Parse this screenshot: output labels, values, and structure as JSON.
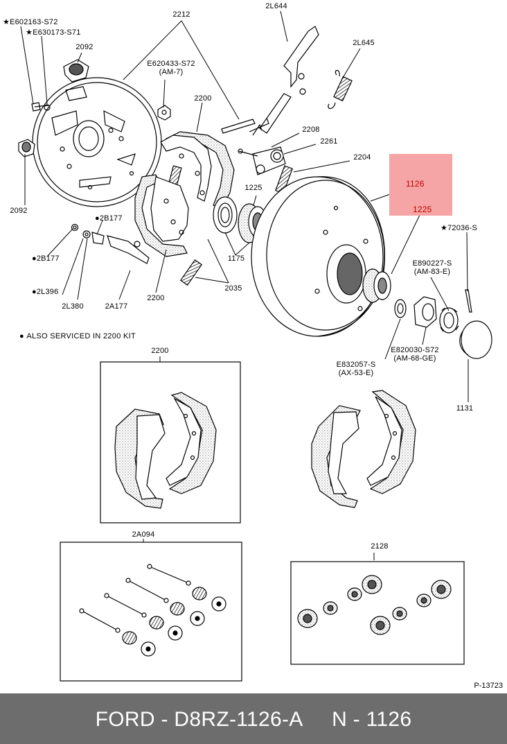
{
  "labels": {
    "l2212": "2212",
    "l2L644": "2L644",
    "lE602163": "E602163-S72",
    "lE630173": "E630173-S71",
    "l2092a": "2092",
    "lE620433": "E620433-S72",
    "lE620433sub": "(AM-7)",
    "l2L645": "2L645",
    "l2200a": "2200",
    "l2208": "2208",
    "l2261": "2261",
    "l2204": "2204",
    "l1126": "1126",
    "l1225a": "1225",
    "l1225b": "1225",
    "l2092b": "2092",
    "l2B177a": "2B177",
    "l2B177b": "2B177",
    "l72036": "72036-S",
    "l1175": "1175",
    "lE890227": "E890227-S",
    "lE890227sub": "(AM-83-E)",
    "l2L396": "2L396",
    "l2L380": "2L380",
    "l2A177": "2A177",
    "l2200b": "2200",
    "l2035": "2035",
    "lE820030": "E820030-S72",
    "lE820030sub": "(AM-68-GE)",
    "lE832057": "E832057-S",
    "lE832057sub": "(AX-53-E)",
    "l1131": "1131",
    "l2200kit": "2200",
    "l2A094": "2A094",
    "l2128": "2128"
  },
  "note": "ALSO SERVICED IN 2200 KIT",
  "ref": "P-13723",
  "footer": "FORD - D8RZ-1126-A     N - 1126",
  "highlight_color": "#f5a5a5",
  "label_color_highlight": "#c00000",
  "footer_bg": "#6d6d6d"
}
